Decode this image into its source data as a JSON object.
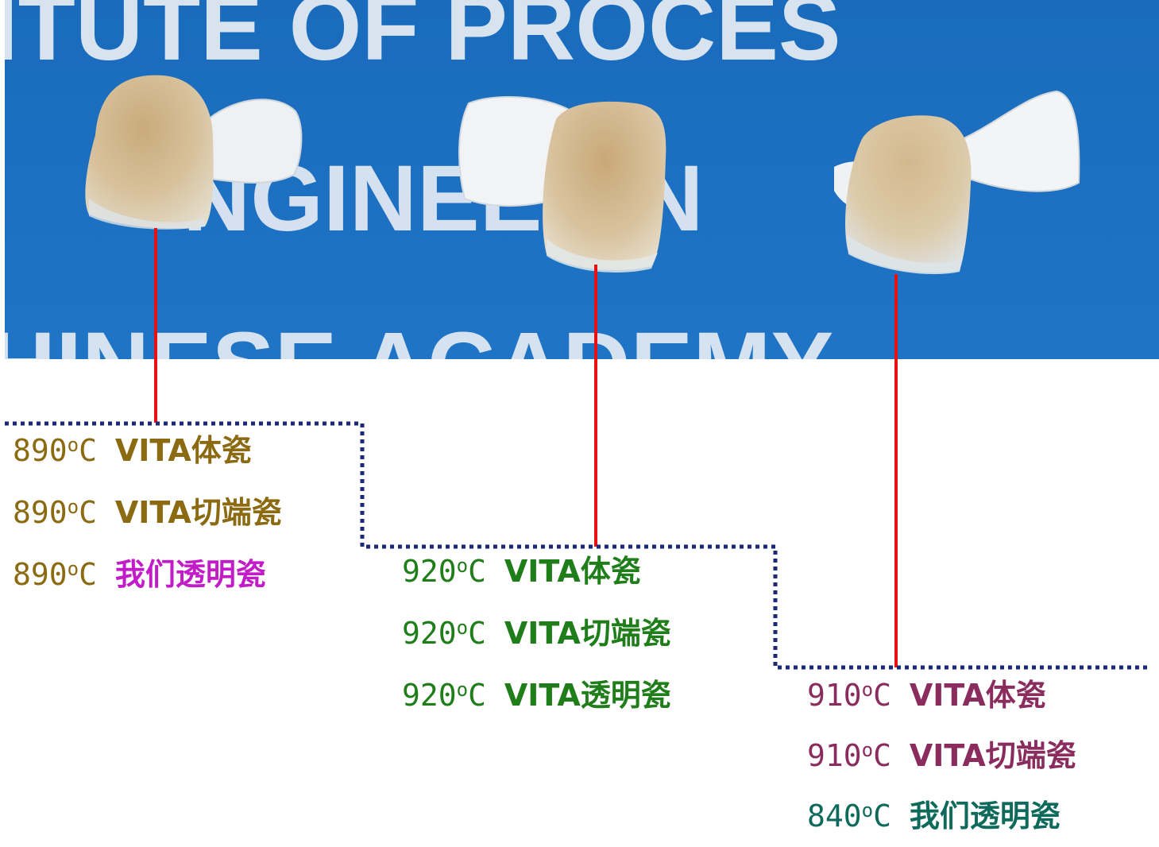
{
  "photo": {
    "background_text": [
      "ITUTE OF PROCES",
      "NGINEERIN",
      "HINESE ACADEMY"
    ],
    "colors": {
      "background_blue": "#1e6fc0",
      "text_white": "#e9eef5",
      "pointer_red": "#e81010",
      "step_line": "#1a2a78"
    }
  },
  "labels": {
    "group1": [
      {
        "temp": "890",
        "deg": "o",
        "unit": "C",
        "material": "VITA体瓷",
        "temp_color": "#8b6a12",
        "material_color": "#8b6a12"
      },
      {
        "temp": "890",
        "deg": "o",
        "unit": "C",
        "material": "VITA切端瓷",
        "temp_color": "#8b6a12",
        "material_color": "#8b6a12"
      },
      {
        "temp": "890",
        "deg": "o",
        "unit": "C",
        "material": "我们透明瓷",
        "temp_color": "#8b6a12",
        "material_color": "#c21cc9"
      }
    ],
    "group2": [
      {
        "temp": "920",
        "deg": "o",
        "unit": "C",
        "material": "VITA体瓷",
        "temp_color": "#1f7d1a",
        "material_color": "#1f7d1a"
      },
      {
        "temp": "920",
        "deg": "o",
        "unit": "C",
        "material": "VITA切端瓷",
        "temp_color": "#1f7d1a",
        "material_color": "#1f7d1a"
      },
      {
        "temp": "920",
        "deg": "o",
        "unit": "C",
        "material": "VITA透明瓷",
        "temp_color": "#1f7d1a",
        "material_color": "#1f7d1a"
      }
    ],
    "group3": [
      {
        "temp": "910",
        "deg": "o",
        "unit": "C",
        "material": "VITA体瓷",
        "temp_color": "#8a2d5e",
        "material_color": "#8a2d5e"
      },
      {
        "temp": "910",
        "deg": "o",
        "unit": "C",
        "material": "VITA切端瓷",
        "temp_color": "#8a2d5e",
        "material_color": "#8a2d5e"
      },
      {
        "temp": "840",
        "deg": "o",
        "unit": "C",
        "material": "我们透明瓷",
        "temp_color": "#0e6a5a",
        "material_color": "#0e6a5a"
      }
    ]
  }
}
